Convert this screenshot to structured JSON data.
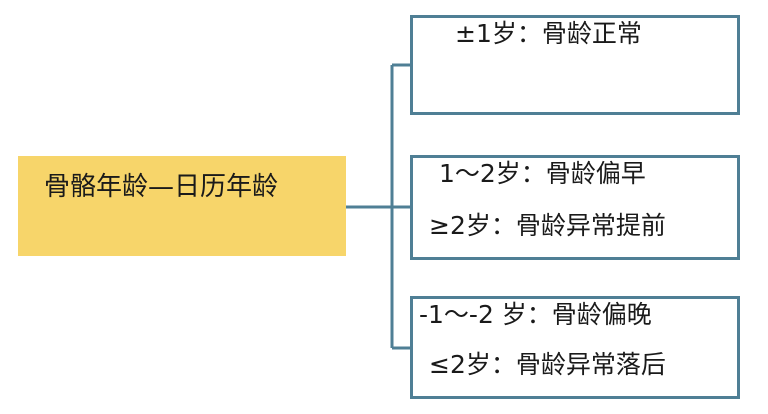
{
  "diagram": {
    "root": {
      "label": "骨骼年龄—日历年龄",
      "fill_color": "#f7d56a"
    },
    "branch_border_color": "#4f7f95",
    "connector_color": "#4f7f95",
    "branches": [
      {
        "lines": [
          "±1岁：骨龄正常"
        ]
      },
      {
        "lines": [
          "1～2岁：骨龄偏早",
          "≥2岁：骨龄异常提前"
        ]
      },
      {
        "lines": [
          "-1～-2 岁：骨龄偏晚",
          "≤2岁：骨龄异常落后"
        ]
      }
    ]
  }
}
